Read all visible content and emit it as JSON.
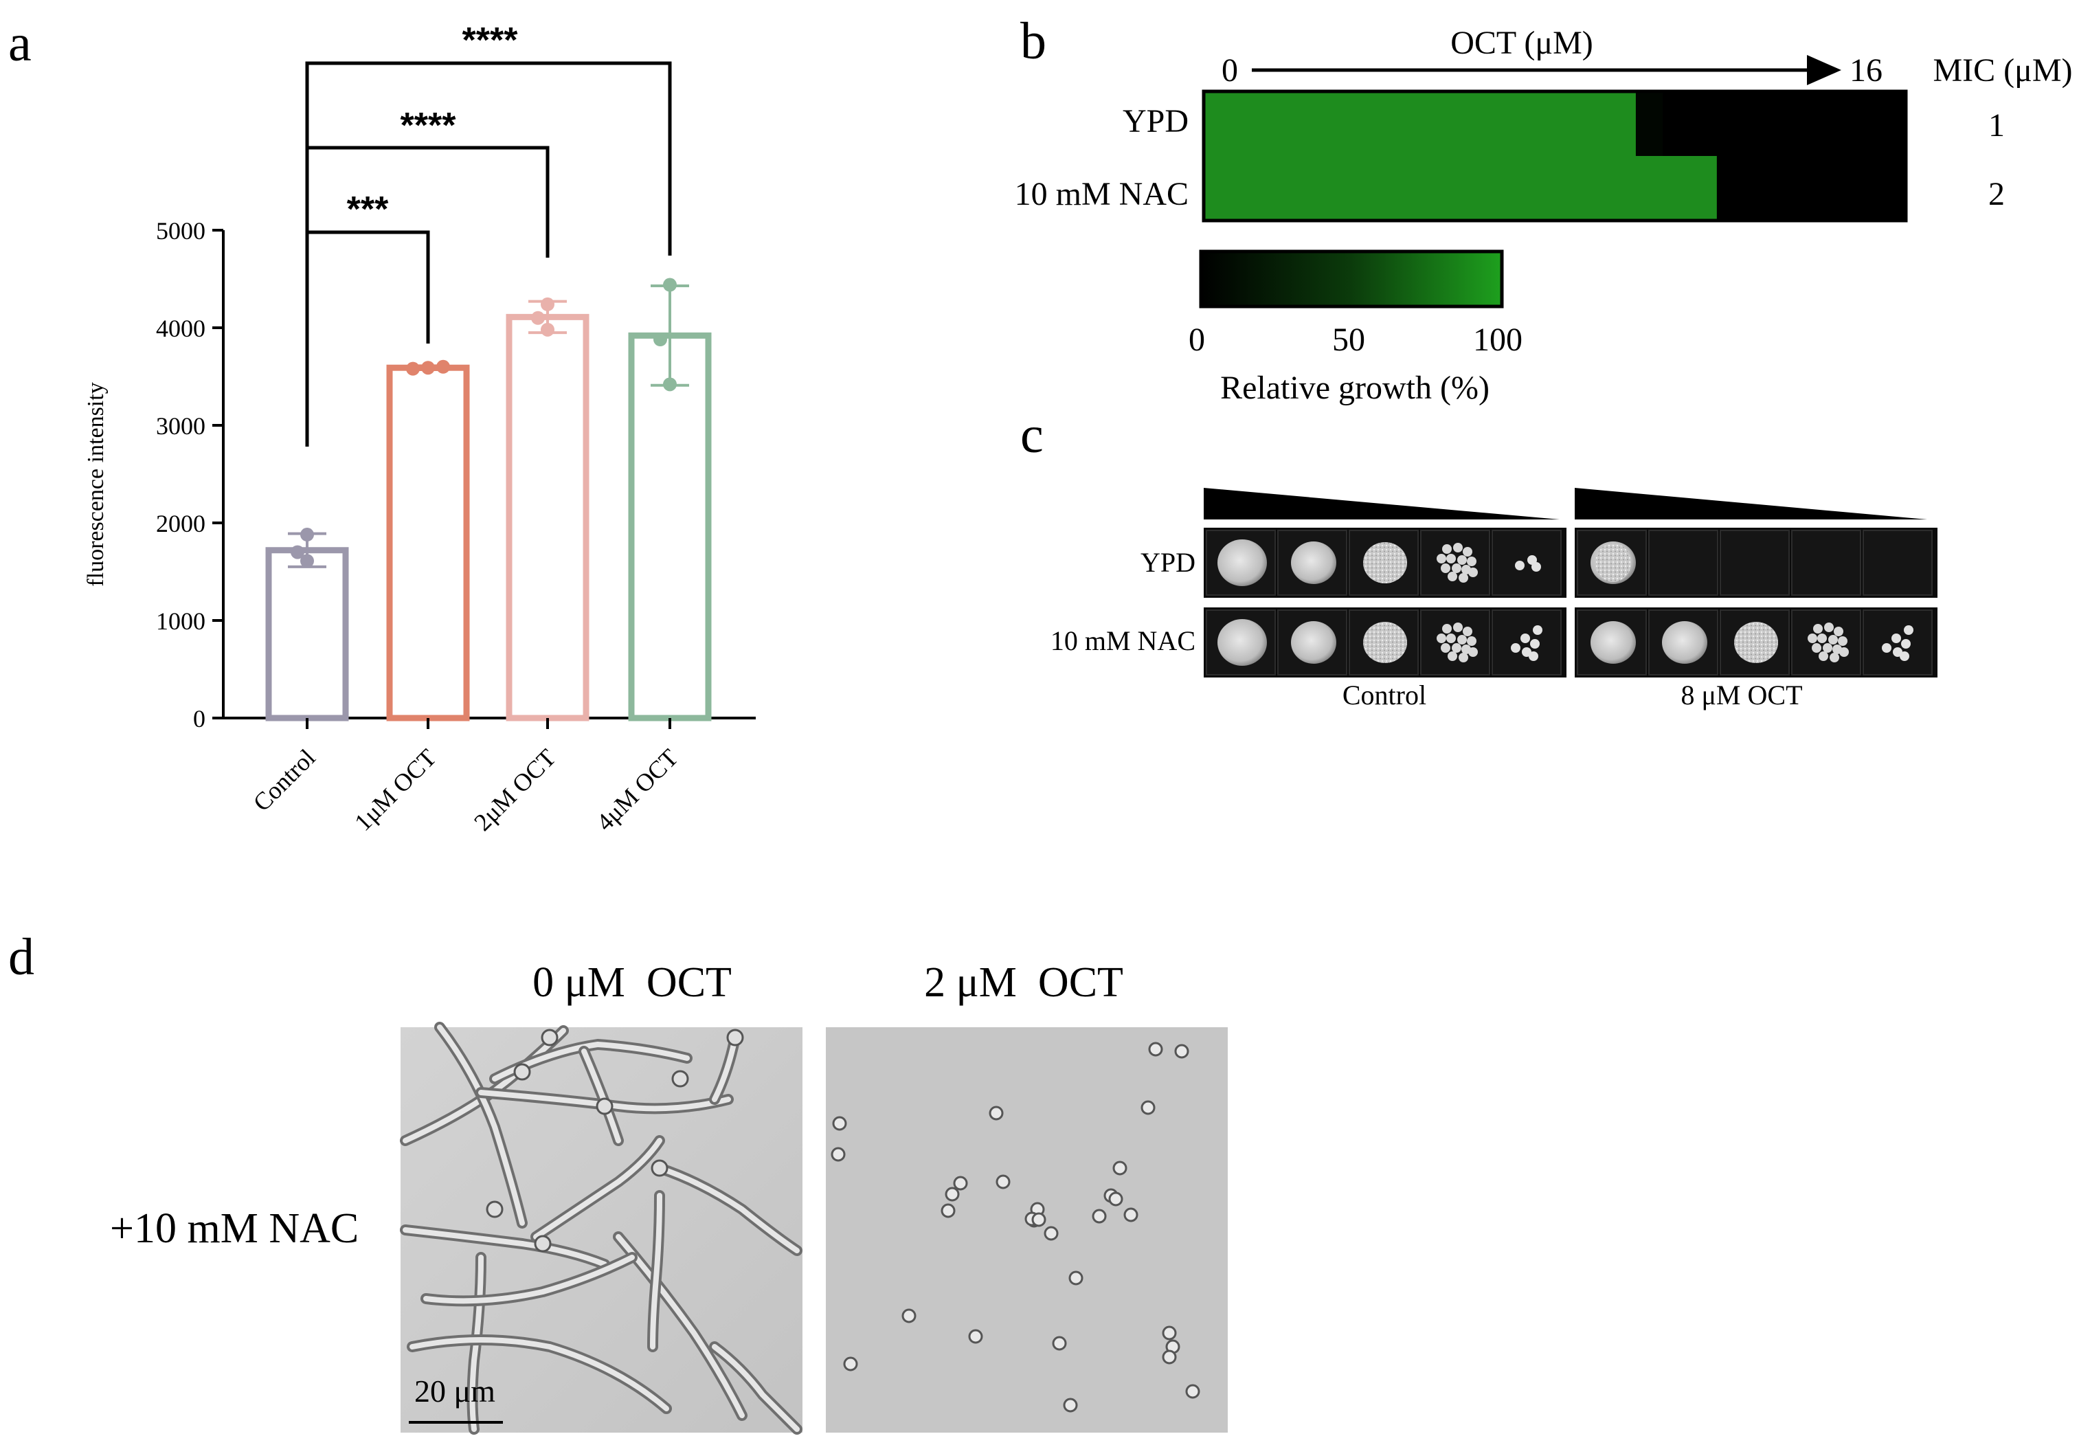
{
  "panels": {
    "a": {
      "letter": "a",
      "significance": [
        "***",
        "****",
        "****"
      ],
      "chart_data": {
        "type": "bar",
        "ylabel": "fluorescence intensity",
        "xlabel": "",
        "ylim": [
          0,
          5000
        ],
        "yticks": [
          "0",
          "1000",
          "2000",
          "3000",
          "4000",
          "5000"
        ],
        "categories": [
          "Control",
          "1μM OCT",
          "2μM OCT",
          "4μM OCT"
        ],
        "values": [
          1720,
          3590,
          4110,
          3920
        ],
        "errors": [
          170,
          20,
          160,
          510
        ],
        "points": [
          [
            1610,
            1700,
            1880
          ],
          [
            3580,
            3590,
            3600
          ],
          [
            3980,
            4100,
            4240
          ],
          [
            3420,
            3880,
            4440
          ]
        ],
        "colors": [
          "#9b97ab",
          "#e0836b",
          "#e9b1ab",
          "#8db89c"
        ]
      }
    },
    "b": {
      "letter": "b",
      "axis_title": "OCT (μM)",
      "axis_start": "0",
      "axis_end": "16",
      "mic_header": "MIC (μM)",
      "rows": [
        {
          "label": "YPD",
          "mic": "1",
          "growth": [
            100,
            100,
            100,
            100,
            100,
            100,
            100,
            100,
            100,
            100,
            100,
            100,
            100,
            100,
            100,
            100,
            4,
            0,
            0,
            0,
            0,
            0,
            0,
            0,
            0,
            0
          ]
        },
        {
          "label": "10 mM NAC",
          "mic": "2",
          "growth": [
            100,
            100,
            100,
            100,
            100,
            100,
            100,
            100,
            100,
            100,
            100,
            100,
            100,
            100,
            100,
            100,
            100,
            100,
            100,
            0,
            0,
            0,
            0,
            0,
            0,
            0
          ]
        }
      ],
      "colorbar": {
        "ticks": [
          "0",
          "50",
          "100"
        ],
        "label": "Relative growth (%)",
        "low_color": "#000000",
        "high_color": "#1ea01e"
      }
    },
    "c": {
      "letter": "c",
      "rows": [
        {
          "label": "YPD",
          "control": [
            "spot-5",
            "spot-4",
            "spot-3",
            "colonies-many",
            "colonies-few"
          ],
          "oct": [
            "spot-ring",
            "empty",
            "empty",
            "empty",
            "empty"
          ]
        },
        {
          "label": "10 mM NAC",
          "control": [
            "spot-5",
            "spot-4",
            "spot-3",
            "colonies-many",
            "colonies-few"
          ],
          "oct": [
            "spot-4",
            "spot-4",
            "spot-3",
            "colonies-many",
            "colonies-few"
          ]
        }
      ],
      "groups": [
        "Control",
        "8 μM OCT"
      ]
    },
    "d": {
      "letter": "d",
      "row_label": "+10 mM NAC",
      "columns": [
        "0 μM  OCT",
        "2 μM  OCT"
      ],
      "scale_bar": "20 μm"
    }
  }
}
